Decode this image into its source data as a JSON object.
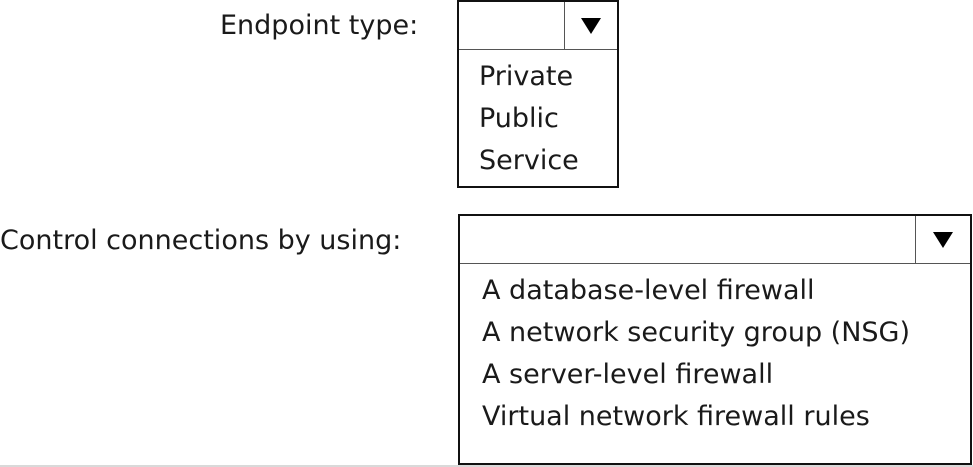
{
  "endpoint": {
    "label": "Endpoint type:",
    "options": [
      "Private",
      "Public",
      "Service"
    ]
  },
  "control": {
    "label": "Control connections by using:",
    "options": [
      "A database-level firewall",
      "A network security group (NSG)",
      "A server-level firewall",
      "Virtual network firewall rules"
    ]
  }
}
